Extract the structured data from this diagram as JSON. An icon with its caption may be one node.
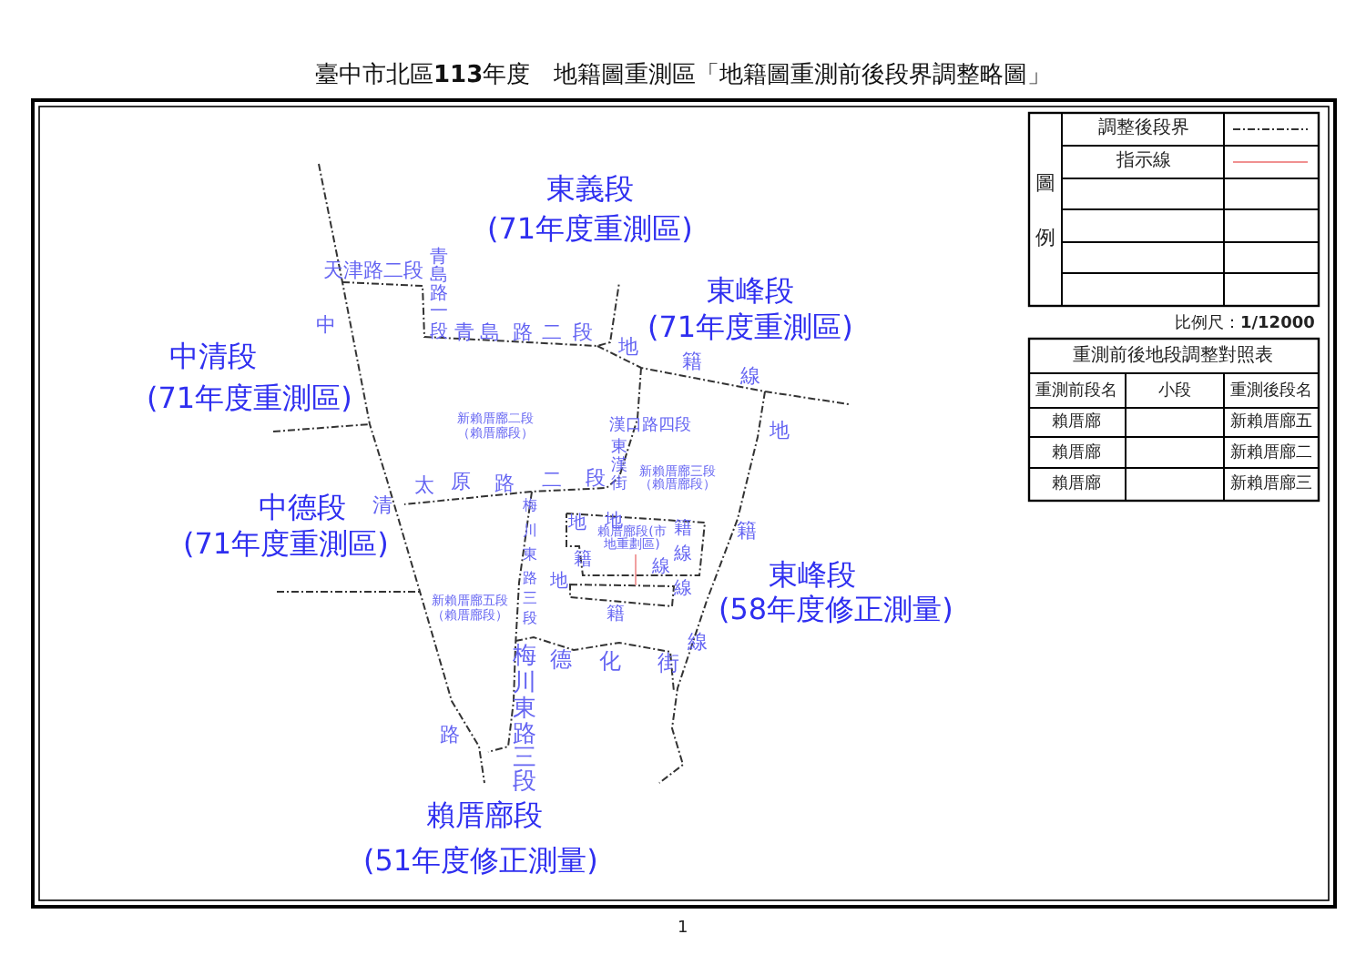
{
  "diagram": {
    "title": "臺中市北區**113**年度　地籍圖重測區「地籍圖重測前後段界調整略圖」",
    "labels": [
      "東義段",
      "(71年度重測區)",
      "天津路二段",
      "青島路一段",
      "東峰段",
      "(71年度重測區)",
      "青島路二段",
      "中清段",
      "(71年度重測區)",
      "中",
      "清",
      "路",
      "地籍線",
      "新賴厝廍二段",
      "（賴厝廍段）",
      "漢口路四段",
      "東漢街",
      "新賴厝廍三段",
      "（賴厝廍段）",
      "太原路二段",
      "中德段",
      "(71年度重測區)",
      "梅川東路三段",
      "地",
      "籍",
      "線",
      "地籍線",
      "地籍線",
      "地",
      "籍",
      "線",
      "東峰段",
      "(58年度修正測量)",
      "新賴厝廍五段",
      "（賴厝廍段）",
      "德化街",
      "梅川東路三段",
      "賴厝廍段",
      "(51年度修正測量)",
      "圖例",
      "比例尺：**1/12000**",
      "重測前後地段調整對照表",
      "重測前段名",
      "小段",
      "重測後段名",
      "賴厝廍",
      "新賴厝廍五",
      "賴厝廍",
      "新賴厝廍二",
      "賴厝廍",
      "新賴厝廍三",
      "1"
    ],
    "nodes": [
      {
        "text": [
          "賴厝廍段(市地重劃區)"
        ]
      },
      {
        "text": [],
        "shape": "box"
      }
    ],
    "edges": [
      {
        "from": 0,
        "to": 1,
        "arrow": "none"
      }
    ],
    "legend": [
      {
        "text": "調整後段界"
      },
      {
        "text": "指示線"
      }
    ]
  }
}
